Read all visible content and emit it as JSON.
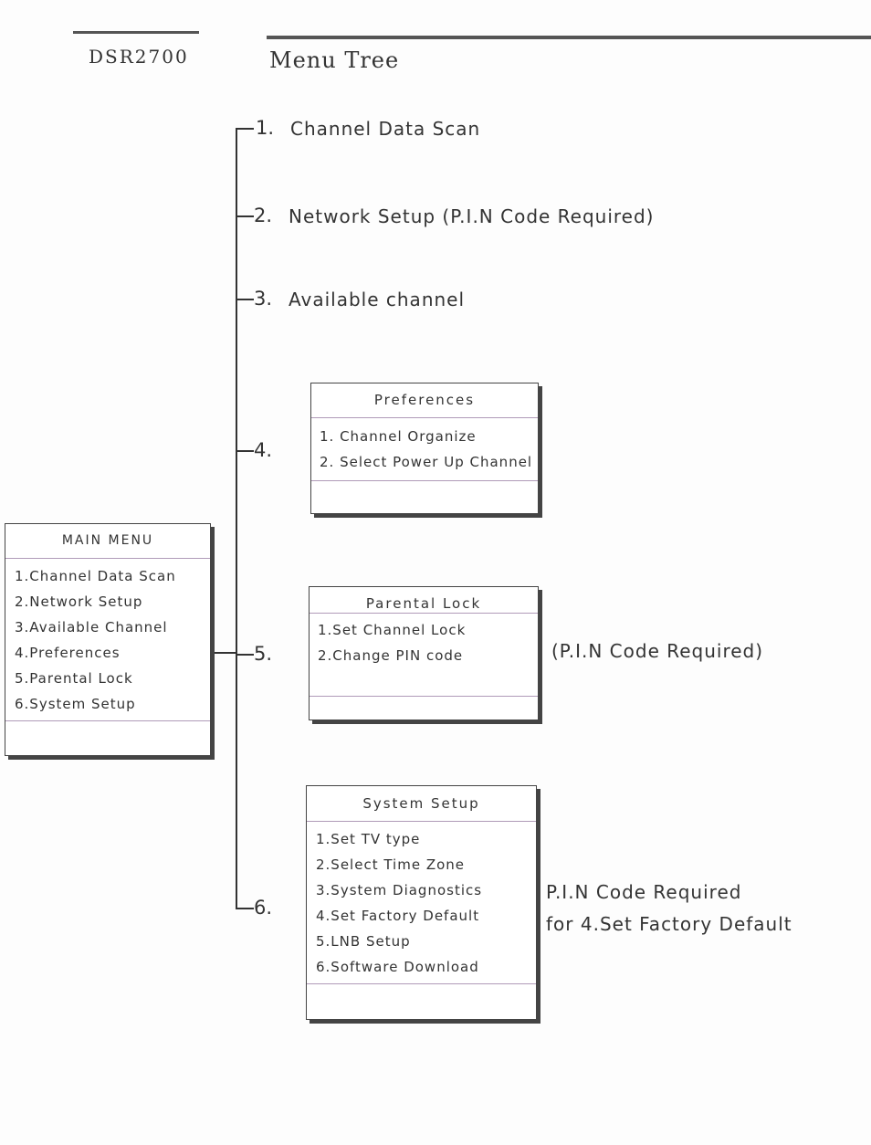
{
  "header": {
    "model": "DSR2700",
    "title": "Menu Tree"
  },
  "branches": [
    {
      "num": "1.",
      "label": "Channel Data Scan"
    },
    {
      "num": "2.",
      "label": "Network Setup (P.I.N Code Required)"
    },
    {
      "num": "3.",
      "label": "Available channel"
    },
    {
      "num": "4."
    },
    {
      "num": "5."
    },
    {
      "num": "6."
    }
  ],
  "main_menu": {
    "title": "MAIN MENU",
    "items": [
      "1.Channel Data Scan",
      "2.Network Setup",
      "3.Available Channel",
      "4.Preferences",
      "5.Parental Lock",
      "6.System Setup"
    ]
  },
  "preferences": {
    "title": "Preferences",
    "items": [
      "1. Channel Organize",
      "2. Select Power Up Channel"
    ]
  },
  "parental_lock": {
    "title": "Parental Lock",
    "items": [
      "1.Set Channel Lock",
      "2.Change PIN code"
    ],
    "note": "(P.I.N Code Required)"
  },
  "system_setup": {
    "title": "System Setup",
    "items": [
      "1.Set TV type",
      "2.Select Time Zone",
      "3.System Diagnostics",
      "4.Set Factory Default",
      "5.LNB Setup",
      "6.Software Download"
    ],
    "note_line1": "P.I.N Code Required",
    "note_line2": "for 4.Set Factory Default"
  }
}
